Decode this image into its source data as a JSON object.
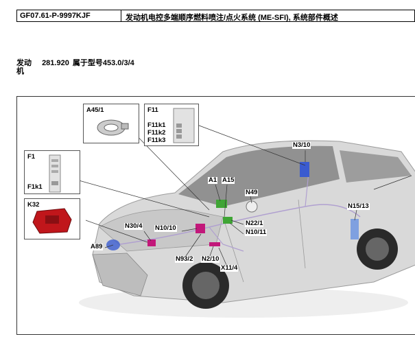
{
  "header": {
    "code": "GF07.61-P-9997KJF",
    "title": "发动机电控多端顺序燃料喷注/点火系统 (ME-SFI), 系统部件概述"
  },
  "engine": {
    "label_line1": "发动",
    "label_line2": "机",
    "number": "281.920",
    "model": "属于型号453.0/3/4"
  },
  "insets": {
    "a45": {
      "title": "A45/1"
    },
    "f11": {
      "title": "F11",
      "items": [
        "F11k1",
        "F11k2",
        "F11k3"
      ]
    },
    "f1": {
      "title": "F1",
      "item": "F1k1"
    },
    "k32": {
      "title": "K32"
    }
  },
  "callouts": {
    "n3_10": "N3/10",
    "a1": "A1",
    "a15": "A15",
    "n49": "N49",
    "n15_13": "N15/13",
    "n30_4": "N30/4",
    "n10_10": "N10/10",
    "n22_1": "N22/1",
    "n10_11": "N10/11",
    "a89": "A89",
    "n93_2": "N93/2",
    "n2_10": "N2/10",
    "x11_4": "X11/4"
  },
  "colors": {
    "component_green": "#3fa535",
    "component_magenta": "#c2187a",
    "component_blue": "#3a5bd0",
    "relay_red": "#c0161b",
    "car_body": "#d9d9d9"
  }
}
